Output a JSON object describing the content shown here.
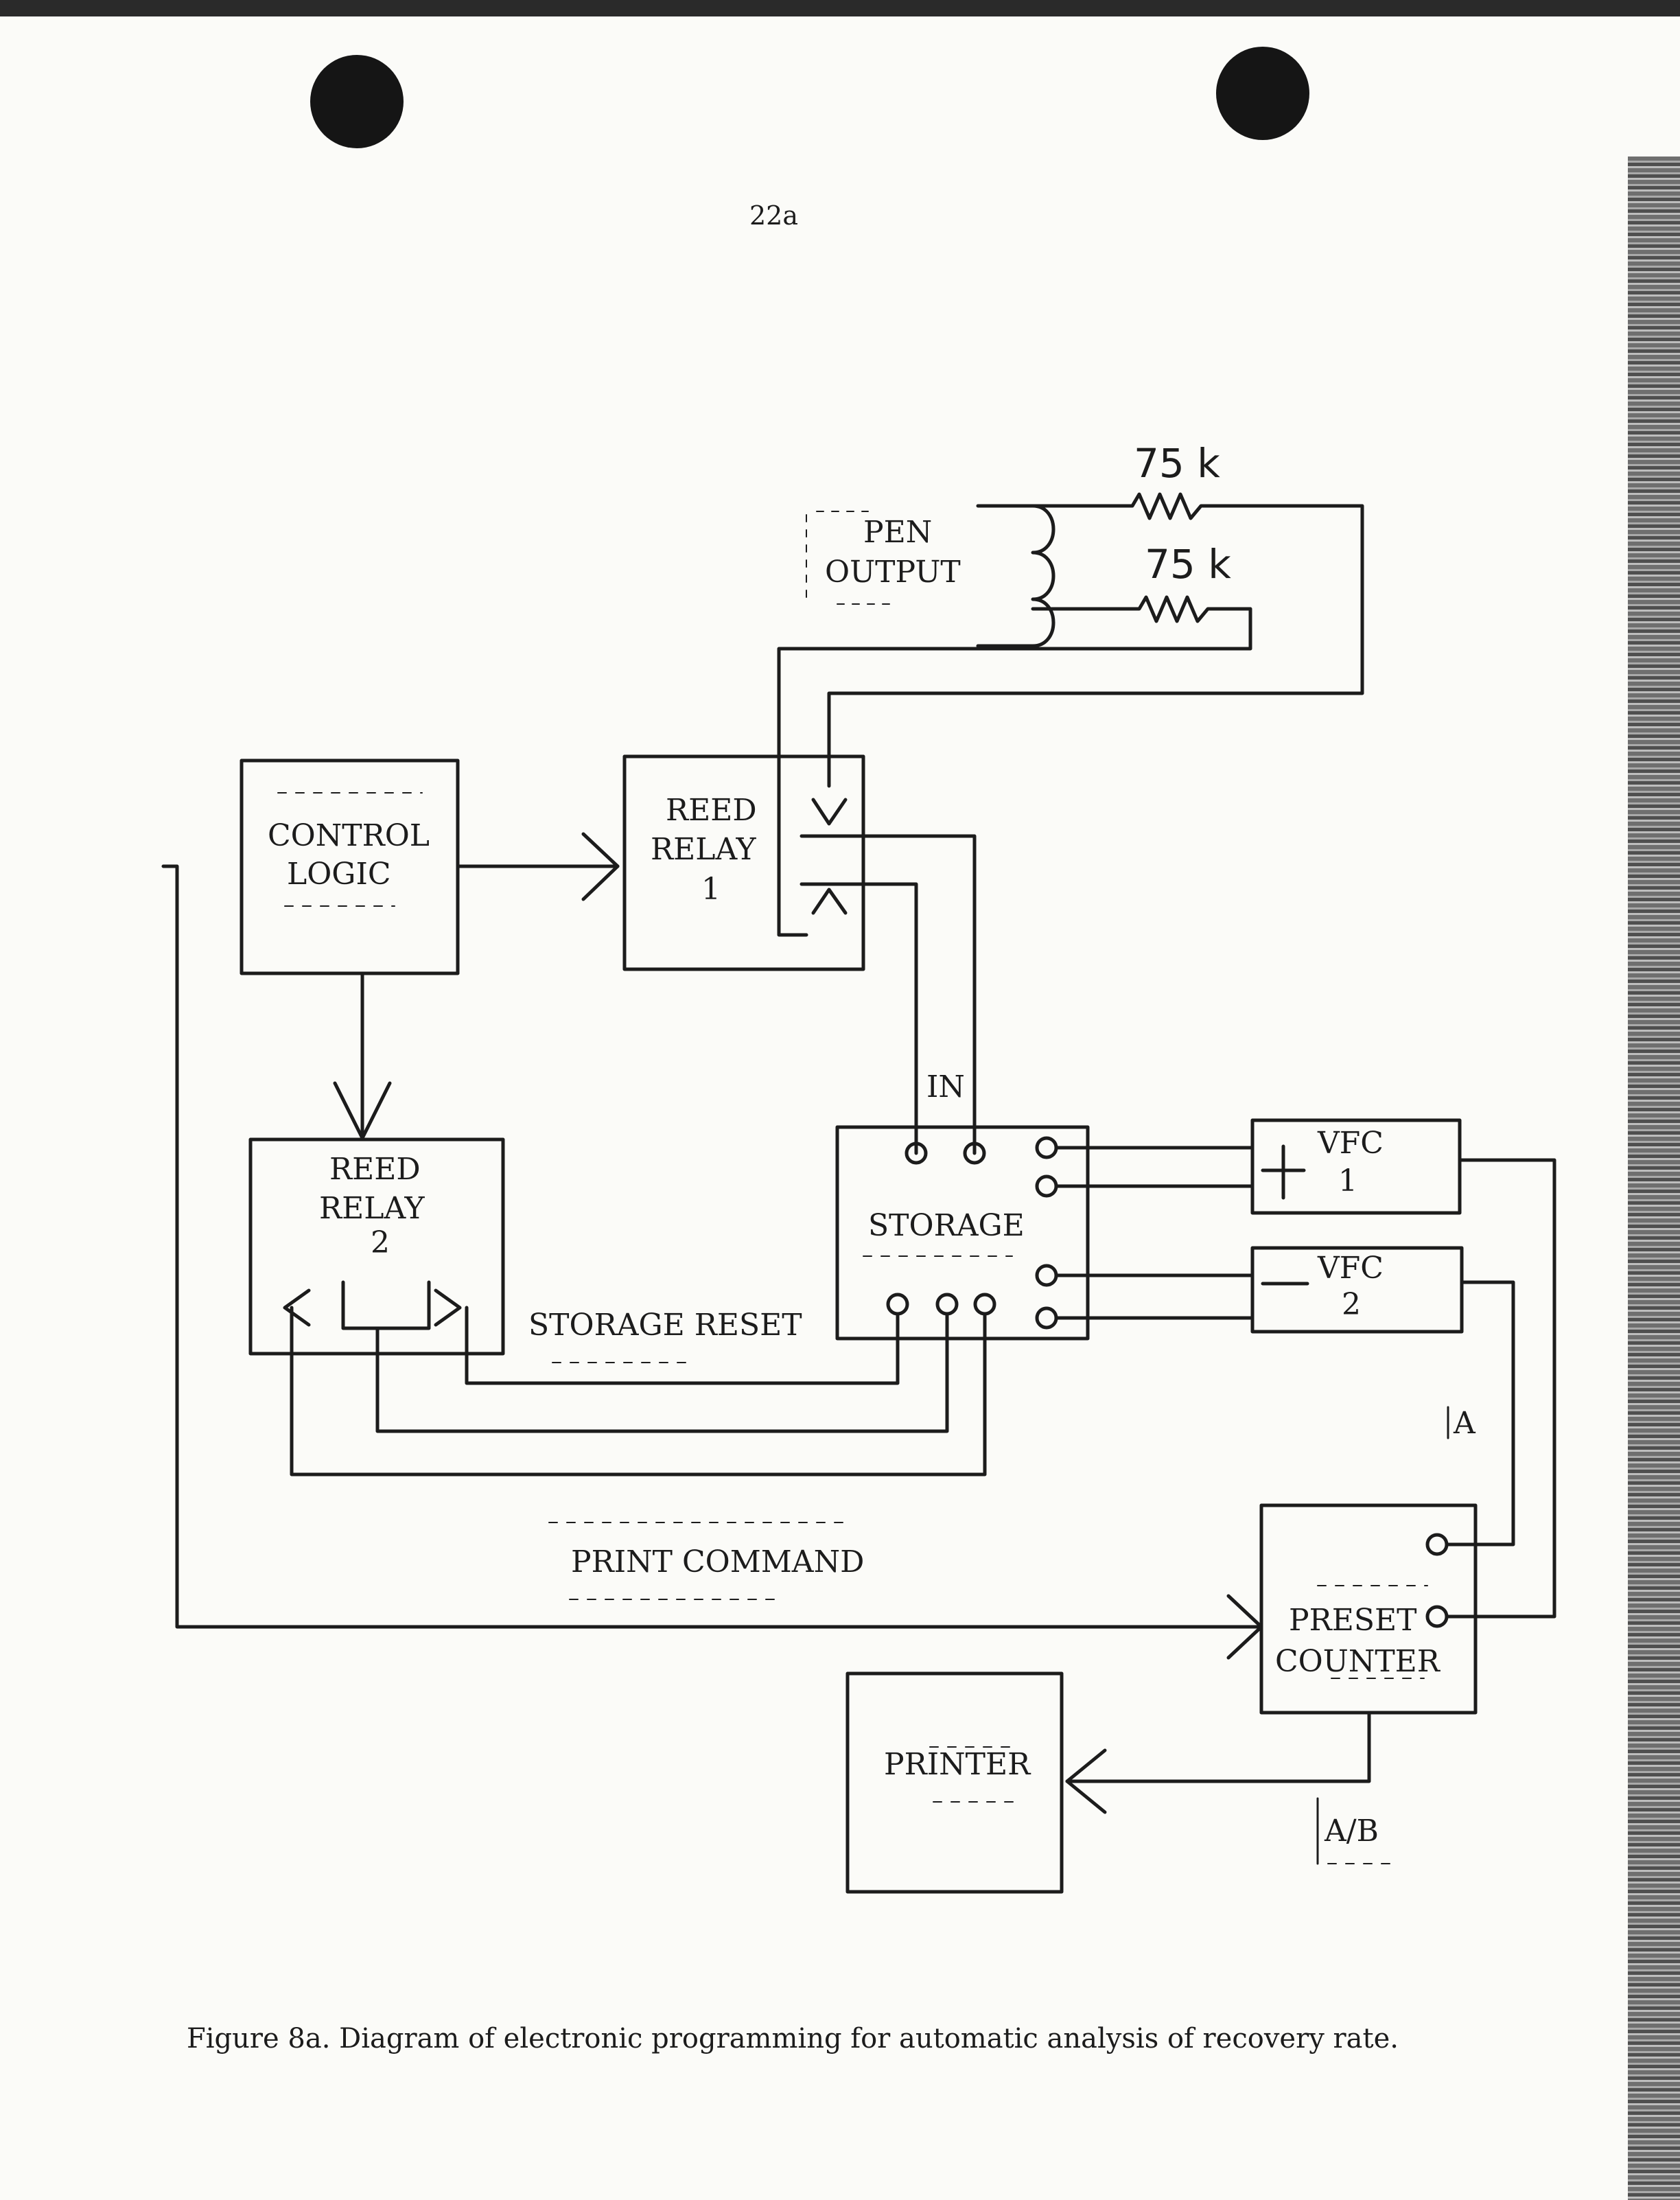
{
  "page": {
    "number": "22a"
  },
  "blocks": {
    "pen_output": [
      "PEN",
      "OUTPUT"
    ],
    "control_logic": [
      "CONTROL",
      "LOGIC"
    ],
    "reed_relay_1": [
      "REED",
      "RELAY",
      "1"
    ],
    "reed_relay_2": [
      "REED",
      "RELAY",
      "2"
    ],
    "storage": "STORAGE",
    "vfc_1": [
      "VFC",
      "1"
    ],
    "vfc_2": [
      "VFC",
      "2"
    ],
    "preset_counter": [
      "PRESET",
      "COUNTER"
    ],
    "printer": "PRINTER"
  },
  "resistors": {
    "top": "75 k",
    "bottom": "75 k"
  },
  "signals": {
    "in": "IN",
    "storage_reset": "STORAGE RESET",
    "print_command": "PRINT COMMAND",
    "a": "A",
    "a_b": "A/B"
  },
  "caption": "Figure 8a.  Diagram of electronic programming for automatic analysis of recovery rate."
}
